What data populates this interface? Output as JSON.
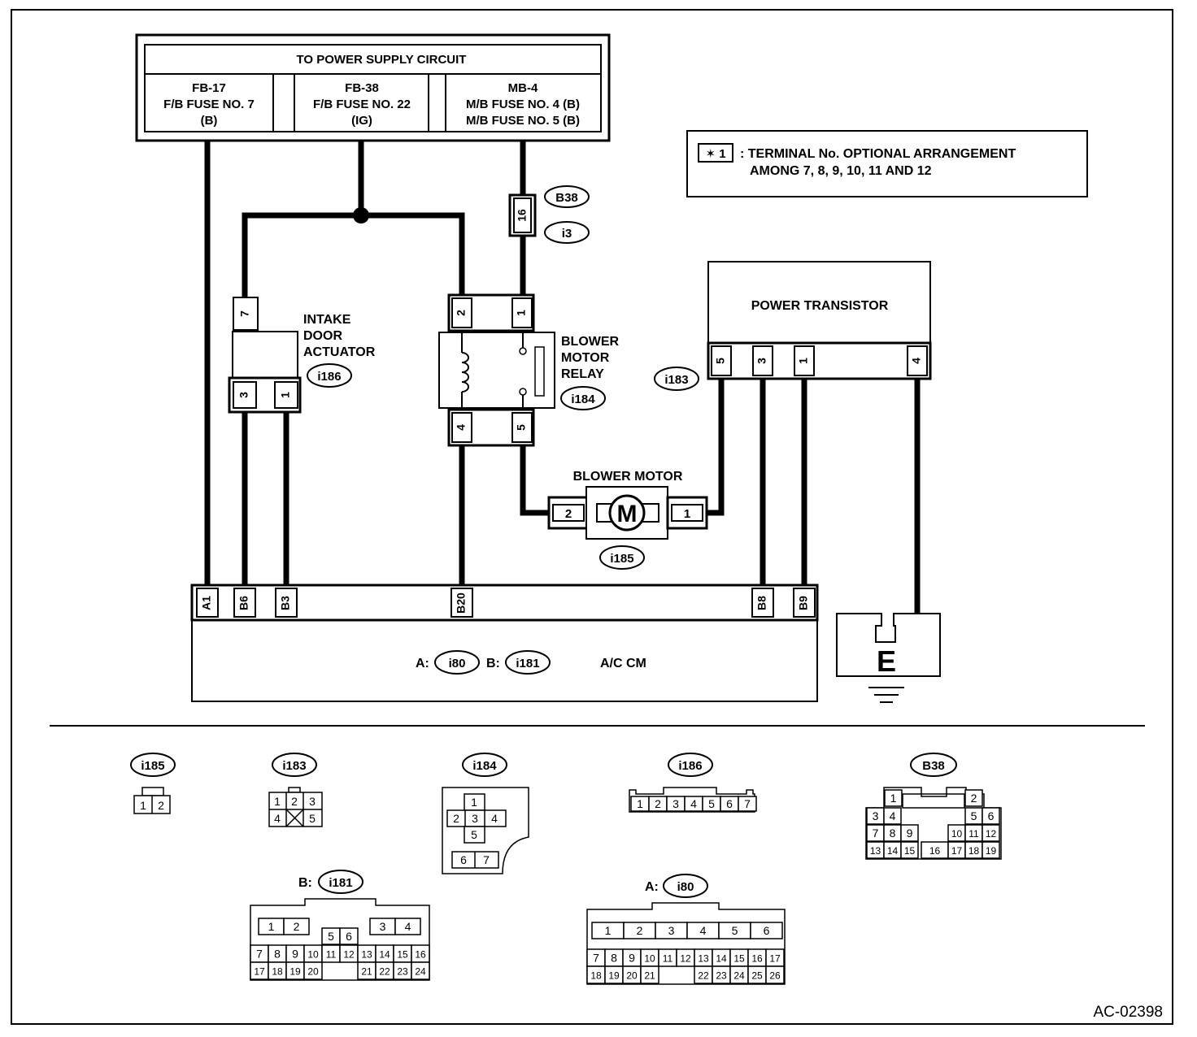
{
  "power_supply": {
    "title": "TO POWER SUPPLY CIRCUIT",
    "fuses": [
      {
        "lines": [
          "FB-17",
          "F/B FUSE NO. 7",
          "(B)"
        ]
      },
      {
        "lines": [
          "FB-38",
          "F/B FUSE NO. 22",
          "(IG)"
        ]
      },
      {
        "lines": [
          "MB-4",
          "M/B FUSE NO. 4 (B)",
          "M/B FUSE NO. 5 (B)"
        ]
      }
    ]
  },
  "note": {
    "badge": "✶ 1",
    "line1": ": TERMINAL No. OPTIONAL ARRANGEMENT",
    "line2": "AMONG 7, 8, 9, 10, 11 AND 12"
  },
  "components": {
    "intake_actuator": {
      "lines": [
        "INTAKE",
        "DOOR",
        "ACTUATOR"
      ],
      "connector": "i186",
      "pins": {
        "top": "7",
        "left": "3",
        "right": "1"
      }
    },
    "blower_relay": {
      "lines": [
        "BLOWER",
        "MOTOR",
        "RELAY"
      ],
      "connector": "i184",
      "pins": {
        "tl": "2",
        "tr": "1",
        "bl": "4",
        "br": "5"
      }
    },
    "inline_connector": {
      "pin": "16",
      "top": "B38",
      "bottom": "i3"
    },
    "power_transistor": {
      "label": "POWER TRANSISTOR",
      "connector": "i183",
      "pins": [
        "5",
        "3",
        "1",
        "4"
      ]
    },
    "blower_motor": {
      "label": "BLOWER MOTOR",
      "symbol": "M",
      "connector": "i185",
      "pins": {
        "left": "2",
        "right": "1"
      }
    },
    "ac_cm": {
      "pins": [
        "A1",
        "B6",
        "B3",
        "B20",
        "B8",
        "B9"
      ],
      "prefix_a": "A:",
      "conn_a": "i80",
      "prefix_b": "B:",
      "conn_b": "i181",
      "label": "A/C CM"
    },
    "ground": {
      "label": "E"
    }
  },
  "connector_views": {
    "i185": {
      "name": "i185",
      "cells": [
        "1",
        "2"
      ]
    },
    "i183": {
      "name": "i183",
      "row1": [
        "1",
        "2",
        "3"
      ],
      "row2": [
        "4",
        "5"
      ]
    },
    "i184": {
      "name": "i184",
      "cells": [
        "1",
        "2",
        "3",
        "4",
        "5",
        "6",
        "7"
      ]
    },
    "i186": {
      "name": "i186",
      "cells": [
        "1",
        "2",
        "3",
        "4",
        "5",
        "6",
        "7"
      ]
    },
    "B38": {
      "name": "B38",
      "cells": [
        "1",
        "2",
        "3",
        "4",
        "5",
        "6",
        "7",
        "8",
        "9",
        "10",
        "11",
        "12",
        "13",
        "14",
        "15",
        "16",
        "17",
        "18",
        "19"
      ]
    },
    "i181": {
      "prefix": "B:",
      "name": "i181",
      "row1": [
        "1",
        "2",
        "3",
        "4"
      ],
      "row2": [
        "5",
        "6"
      ],
      "row3": [
        "7",
        "8",
        "9",
        "10",
        "11",
        "12",
        "13",
        "14",
        "15",
        "16"
      ],
      "row4a": [
        "17",
        "18",
        "19",
        "20"
      ],
      "row4b": [
        "21",
        "22",
        "23",
        "24"
      ]
    },
    "i80": {
      "prefix": "A:",
      "name": "i80",
      "row1": [
        "1",
        "2",
        "3",
        "4",
        "5",
        "6"
      ],
      "row2": [
        "7",
        "8",
        "9",
        "10",
        "11",
        "12",
        "13",
        "14",
        "15",
        "16",
        "17"
      ],
      "row3a": [
        "18",
        "19",
        "20",
        "21"
      ],
      "row3b": [
        "22",
        "23",
        "24",
        "25",
        "26"
      ]
    }
  },
  "figure_id": "AC-02398"
}
